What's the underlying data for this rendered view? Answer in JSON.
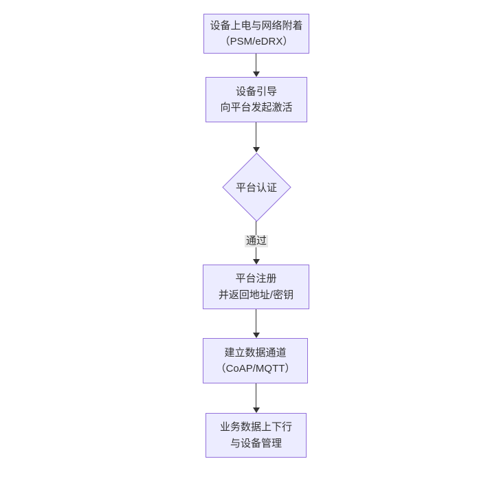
{
  "diagram": {
    "type": "flowchart-top-down",
    "nodes": [
      {
        "id": "A",
        "shape": "rect",
        "lines": [
          "设备上电与网络附着",
          "（PSM/eDRX）"
        ]
      },
      {
        "id": "B",
        "shape": "rect",
        "lines": [
          "设备引导",
          "向平台发起激活"
        ]
      },
      {
        "id": "C",
        "shape": "diamond",
        "lines": [
          "平台认证"
        ]
      },
      {
        "id": "D",
        "shape": "rect",
        "lines": [
          "平台注册",
          "并返回地址/密钥"
        ]
      },
      {
        "id": "E",
        "shape": "rect",
        "lines": [
          "建立数据通道",
          "（CoAP/MQTT）"
        ]
      },
      {
        "id": "F",
        "shape": "rect",
        "lines": [
          "业务数据上下行",
          "与设备管理"
        ]
      }
    ],
    "edges": [
      {
        "from": "A",
        "to": "B",
        "label": ""
      },
      {
        "from": "B",
        "to": "C",
        "label": ""
      },
      {
        "from": "C",
        "to": "D",
        "label": "通过"
      },
      {
        "from": "D",
        "to": "E",
        "label": ""
      },
      {
        "from": "E",
        "to": "F",
        "label": ""
      }
    ],
    "colors": {
      "node_fill": "#ECECFF",
      "node_border": "#9370DB",
      "text": "#333333",
      "edge": "#333333",
      "edge_label_bg": "#e8e8e8",
      "background": "#ffffff"
    }
  }
}
